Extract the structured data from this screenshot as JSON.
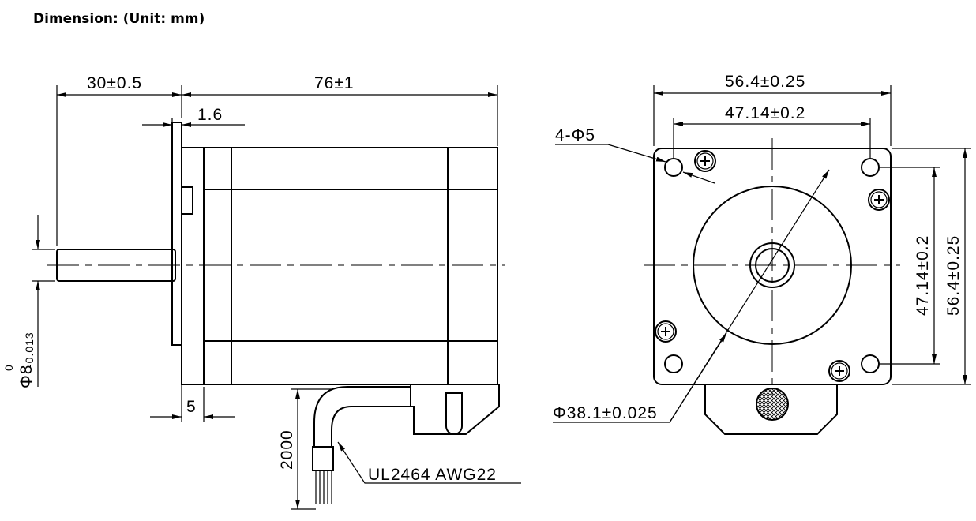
{
  "title": "Dimension: (Unit: mm)",
  "side_view": {
    "shaft_length": "30±0.5",
    "body_length": "76±1",
    "flange_thickness": "1.6",
    "boss_length": "5",
    "shaft_diameter": "Φ8",
    "shaft_tol_upper": "0",
    "shaft_tol_lower": "-0.013",
    "cable_length": "2000",
    "cable_spec": "UL2464 AWG22"
  },
  "front_view": {
    "frame_width": "56.4±0.25",
    "hole_spacing": "47.14±0.2",
    "holes": "4-Φ5",
    "pilot_diameter": "Φ38.1±0.025",
    "hole_spacing_vertical": "47.14±0.2",
    "frame_height": "56.4±0.25"
  }
}
